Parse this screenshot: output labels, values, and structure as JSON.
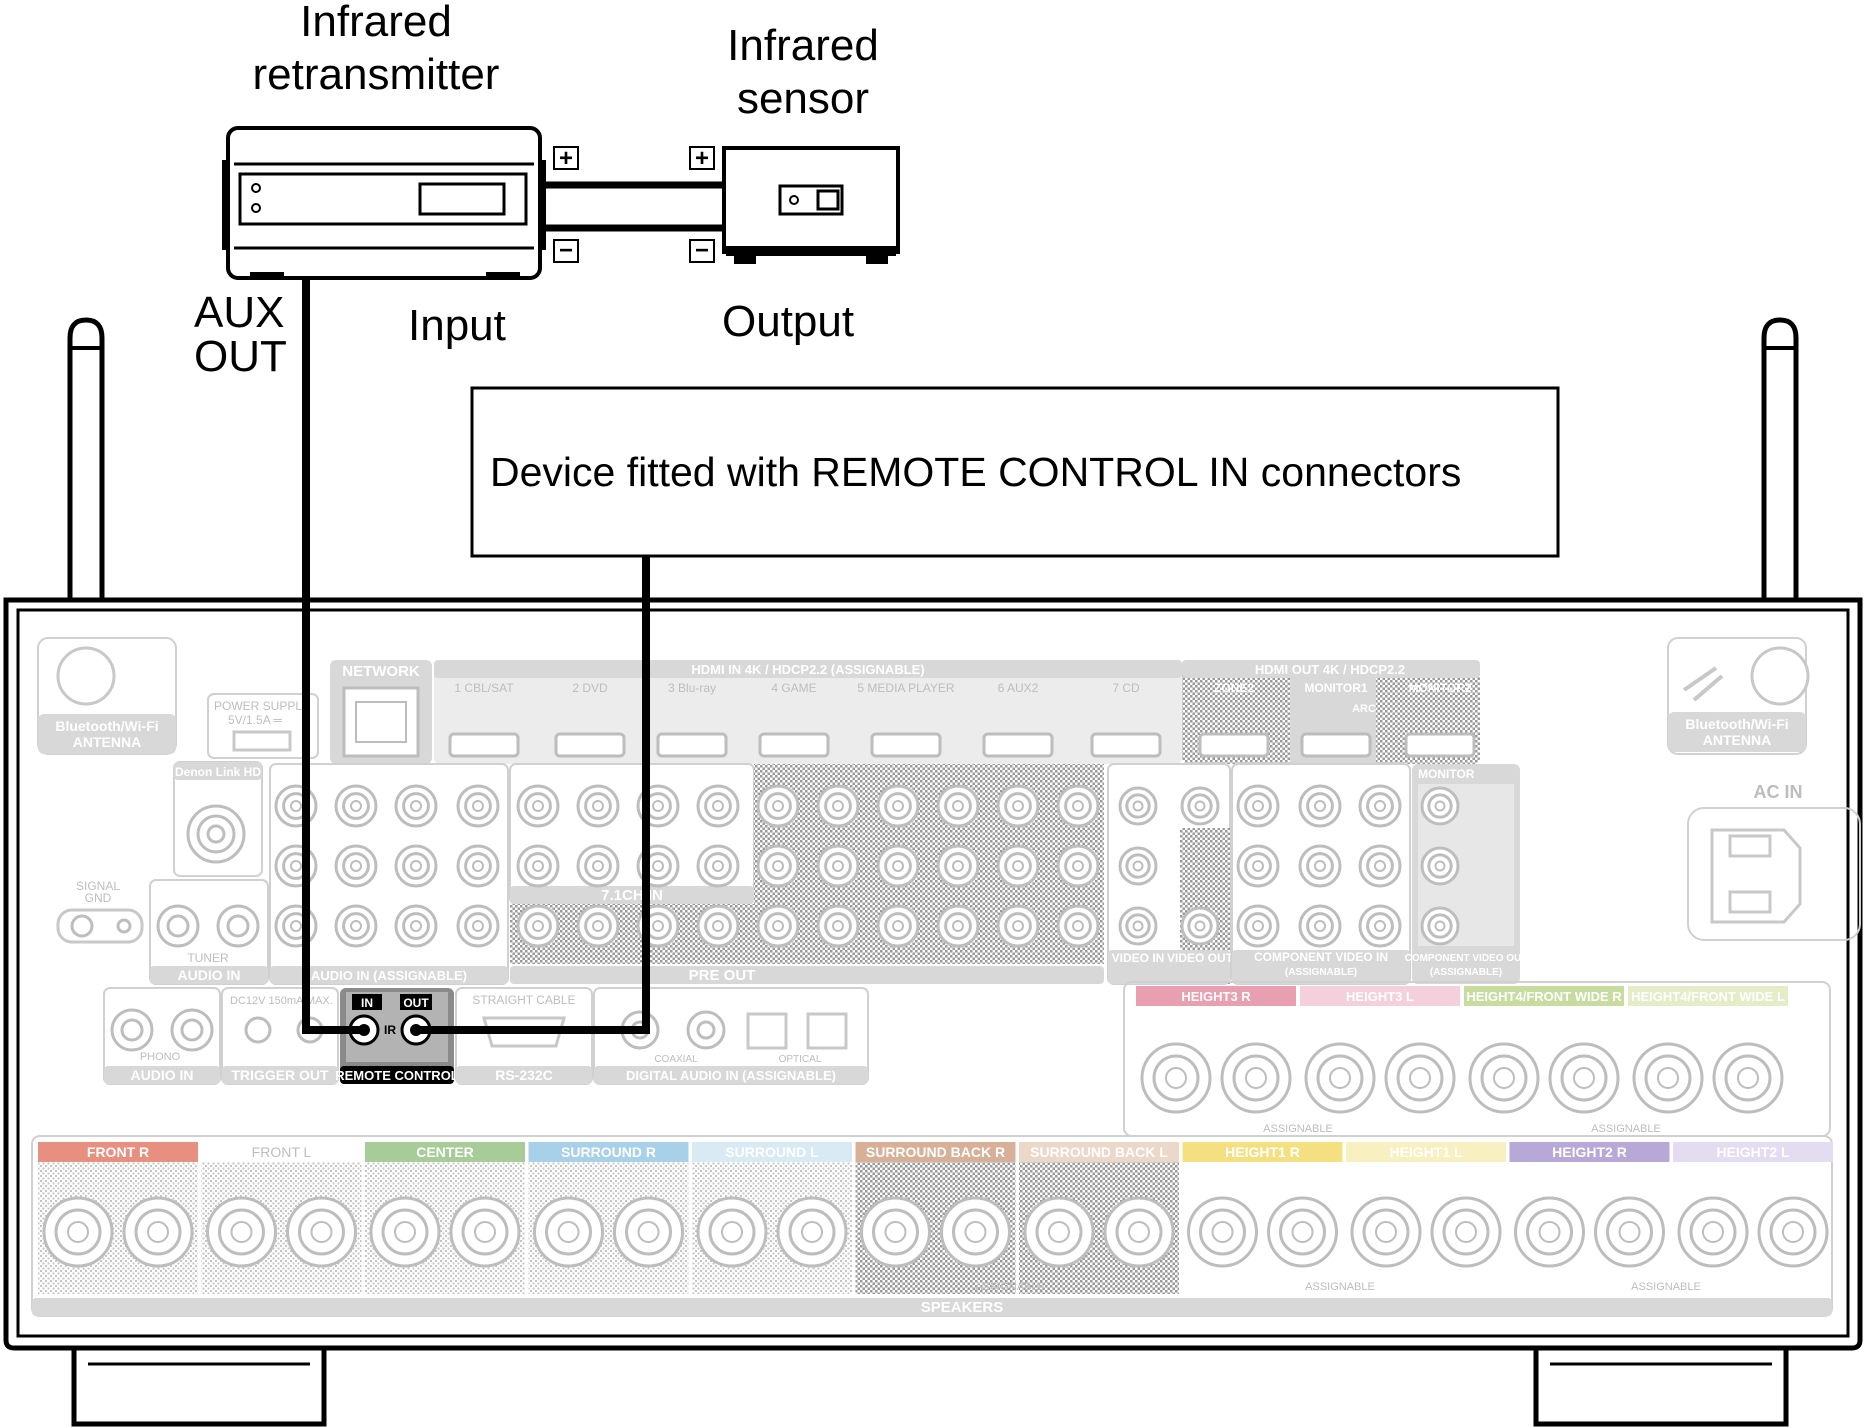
{
  "labels": {
    "ir_retransmitter": [
      "Infrared",
      "retransmitter"
    ],
    "ir_sensor": [
      "Infrared",
      "sensor"
    ],
    "aux_out": [
      "AUX",
      "OUT"
    ],
    "input": "Input",
    "output": "Output",
    "plus": "+",
    "minus": "−",
    "device_box": "Device fitted with REMOTE CONTROL IN connectors"
  },
  "receiver": {
    "antenna_left": [
      "Bluetooth/Wi-Fi",
      "ANTENNA"
    ],
    "antenna_right": [
      "Bluetooth/Wi-Fi",
      "ANTENNA"
    ],
    "network": "NETWORK",
    "power_supply": [
      "POWER SUPPLY",
      "5V/1.5A ═"
    ],
    "hdmi_in": "HDMI  IN  4K / HDCP2.2  (ASSIGNABLE)",
    "hdmi_in_ports": [
      "1 CBL/SAT",
      "2 DVD",
      "3 Blu-ray",
      "4 GAME",
      "5 MEDIA PLAYER",
      "6 AUX2",
      "7 CD"
    ],
    "hdmi_out": "HDMI  OUT  4K / HDCP2.2",
    "hdmi_out_ports": [
      "ZONE2",
      "MONITOR1",
      "MONITOR2"
    ],
    "arc": "ARC",
    "denon_link": "Denon Link HD",
    "signal_gnd": [
      "SIGNAL",
      "GND"
    ],
    "tuner": "TUNER",
    "audio_in": "AUDIO  IN",
    "audio_in_assignable": "AUDIO  IN  (ASSIGNABLE)",
    "phono": "PHONO",
    "trigger_out": "TRIGGER OUT",
    "trigger_spec": "DC12V 150mA MAX.",
    "remote_in": "IN",
    "remote_out": "OUT",
    "remote_ir": "IR",
    "remote_control": "REMOTE CONTROL",
    "straight_cable": "STRAIGHT CABLE",
    "rs232c": "RS-232C",
    "coaxial": "COAXIAL",
    "optical": "OPTICAL",
    "digital_audio": "DIGITAL AUDIO  IN  (ASSIGNABLE)",
    "pre_out": "PRE OUT",
    "pre_out_7ch": "7.1CH IN",
    "component_video": "COMPONENT VIDEO  IN",
    "component_video_sub": "(ASSIGNABLE)",
    "component_video_out": "COMPONENT VIDEO OUT",
    "video_in": "VIDEO  IN",
    "video_out": "VIDEO OUT",
    "monitor": "MONITOR",
    "ac_in": "AC IN",
    "speakers": "SPEAKERS",
    "assignable": "ASSIGNABLE",
    "speaker_top": [
      {
        "label": "HEIGHT3 R",
        "color": "#e8a0b0"
      },
      {
        "label": "HEIGHT3 L",
        "color": "#f4d0dc"
      },
      {
        "label": "HEIGHT4/FRONT WIDE R",
        "color": "#c8dca0"
      },
      {
        "label": "HEIGHT4/FRONT WIDE L",
        "color": "#e4ecc8"
      }
    ],
    "speaker_bottom": [
      {
        "label": "FRONT R",
        "color": "#e89080"
      },
      {
        "label": "FRONT L",
        "color": "#ffffff"
      },
      {
        "label": "CENTER",
        "color": "#a8cc98"
      },
      {
        "label": "SURROUND R",
        "color": "#a8d0e8"
      },
      {
        "label": "SURROUND L",
        "color": "#d8eaf4"
      },
      {
        "label": "SURROUND BACK R",
        "color": "#d8b098"
      },
      {
        "label": "SURROUND BACK L",
        "color": "#ecd8c8"
      },
      {
        "label": "HEIGHT1 R",
        "color": "#f4e080"
      },
      {
        "label": "HEIGHT1 L",
        "color": "#f8f0c0"
      },
      {
        "label": "HEIGHT2 R",
        "color": "#b8a8d8"
      },
      {
        "label": "HEIGHT2 L",
        "color": "#e4dcf0"
      }
    ]
  }
}
